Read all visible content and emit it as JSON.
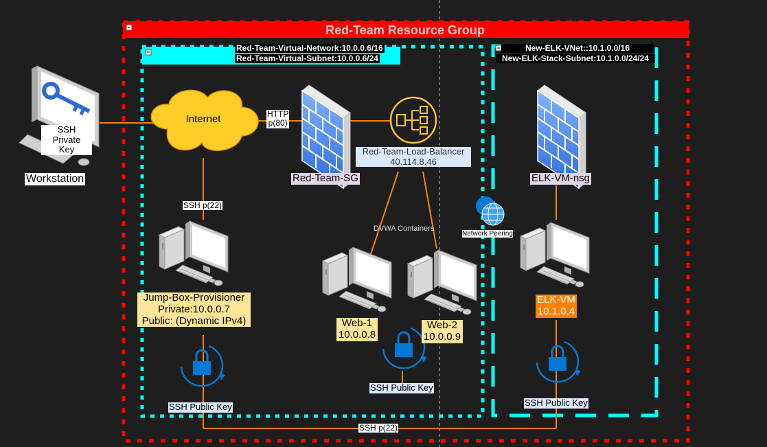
{
  "title": "Red-Team Resource Group",
  "red_team_vnet": {
    "network": "Red-Team-Virtual-Network:10.0.0.6/16",
    "subnet": "Red-Team-Virtual-Subnet:10.0.0.6/24"
  },
  "elk_vnet": {
    "network": "New-ELK-VNet::10.1.0.0/16",
    "subnet": "New-ELK-Stack-Subnet:10.1.0.0/24/24"
  },
  "workstation": {
    "label": "Workstation",
    "key_label": "SSH\nPrivate\nKey"
  },
  "internet": {
    "label": "Internet"
  },
  "http_label": "HTTP\np(80)",
  "red_team_sg": "Red-Team-SG",
  "load_balancer": {
    "label": "Red-Team-Load-Balancer\n40.114.8.46"
  },
  "elk_nsg": "ELK-VM-nsg",
  "network_peering": "Network Peering",
  "ssh_p22_top": "SSH p(22)",
  "dvwa_label": "DVWA Containers",
  "jump_box": {
    "label": "Jump-Box-Provisioner\nPrivate:10.0.0.7\nPublic: (Dynamic IPv4)"
  },
  "web1": {
    "label": "Web-1\n10.0.0.8"
  },
  "web2": {
    "label": "Web-2\n10.0.0.9"
  },
  "elk_vm": {
    "label": "ELK-VM\n10.1.0.4"
  },
  "ssh_public_key_jump": "SSH Public Key",
  "ssh_public_key_web": "SSH Public Key",
  "ssh_public_key_elk": "SSH Public Key",
  "ssh_p22_bottom": "SSH p(22)",
  "colors": {
    "background": "#1e1e1e",
    "red_dash": "#ff0000",
    "cyan_dash": "#00ffff",
    "connector": "#ff8000",
    "lock_blue": "#0078d7"
  }
}
